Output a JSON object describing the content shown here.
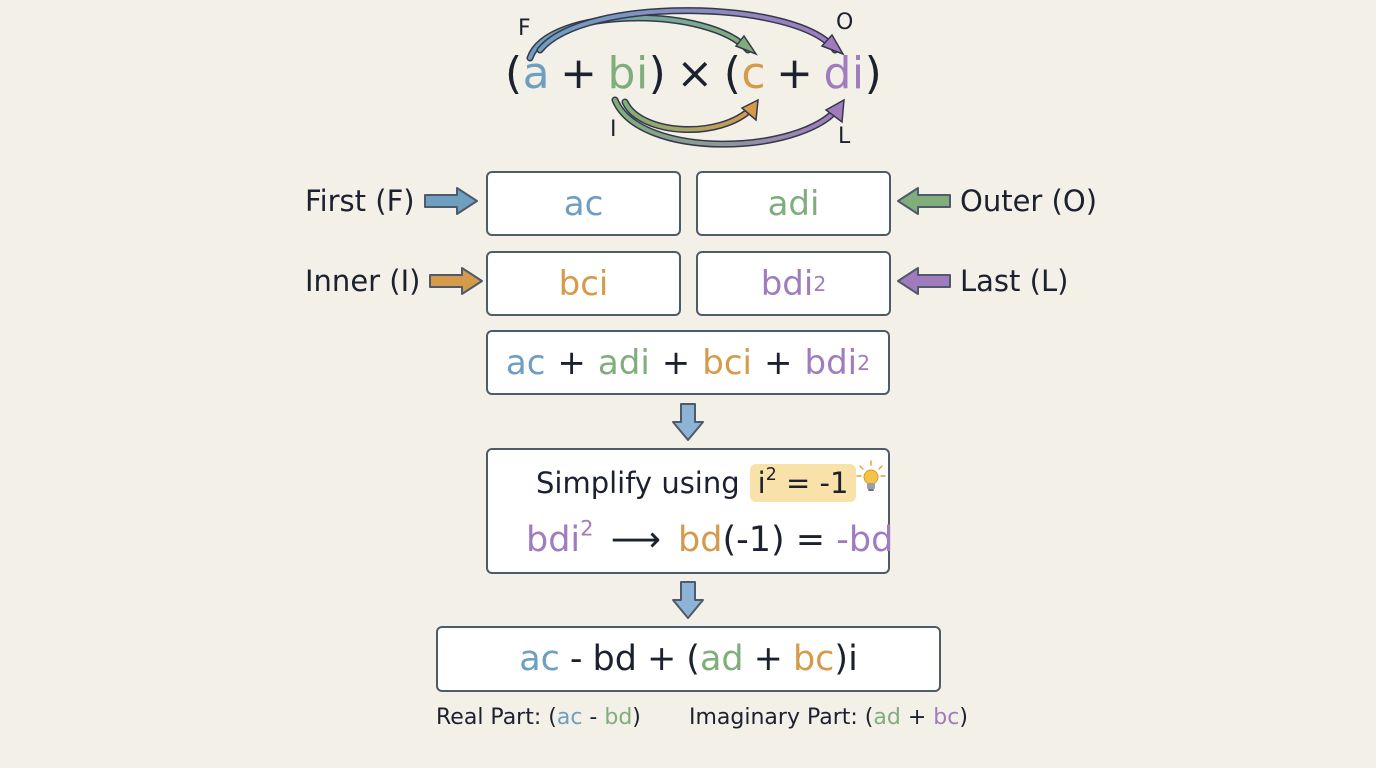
{
  "expression": {
    "open1": "(",
    "a": "a",
    "plus1": "+",
    "bi": "bi",
    "close1": ")",
    "times": "×",
    "open2": "(",
    "c": "c",
    "plus2": "+",
    "di": "di",
    "close2": ")"
  },
  "foil_letters": {
    "f": "F",
    "o": "O",
    "i": "I",
    "l": "L"
  },
  "labels": {
    "first": "First (F)",
    "outer": "Outer (O)",
    "inner": "Inner (I)",
    "last": "Last (L)"
  },
  "terms": {
    "ac": "ac",
    "adi": "adi",
    "bci": "bci",
    "bdi": "bdi",
    "exp": "2"
  },
  "sum": {
    "t1": "ac",
    "op1": "+",
    "t2": "adi",
    "op2": "+",
    "t3": "bci",
    "op3": "+",
    "t4": "bdi",
    "exp": "2"
  },
  "simplify": {
    "label": "Simplify using",
    "identity_base": "i",
    "identity_exp": "2",
    "identity_rest": " = -1",
    "lhs": "bdi",
    "lhs_exp": "2",
    "arrow": "⟶",
    "bd": "bd",
    "neg_one": "(-1) = ",
    "result": "-bd"
  },
  "final": {
    "ac": "ac",
    "minus": "-",
    "bd": "bd",
    "plus": "+",
    "open": "(",
    "ad": "ad",
    "plus2": "+",
    "bc": "bc",
    "close": ")i"
  },
  "real_part": {
    "label": "Real Part: (",
    "ac": "ac",
    "minus": " - ",
    "bd": "bd",
    "close": ")"
  },
  "imag_part": {
    "label": "Imaginary Part: (",
    "ad": "ad",
    "plus": " + ",
    "bc": "bc",
    "close": ")"
  },
  "colors": {
    "first": "#6e9ec0",
    "outer": "#7fae7c",
    "inner": "#d59a4a",
    "last": "#a07cbf",
    "highlight": "#f9e2a9",
    "box_border": "#4f5a6b",
    "background": "#f3f0e7"
  },
  "icons": [
    "arrow-right-icon",
    "arrow-left-icon",
    "arrow-down-icon",
    "lightbulb-icon"
  ]
}
